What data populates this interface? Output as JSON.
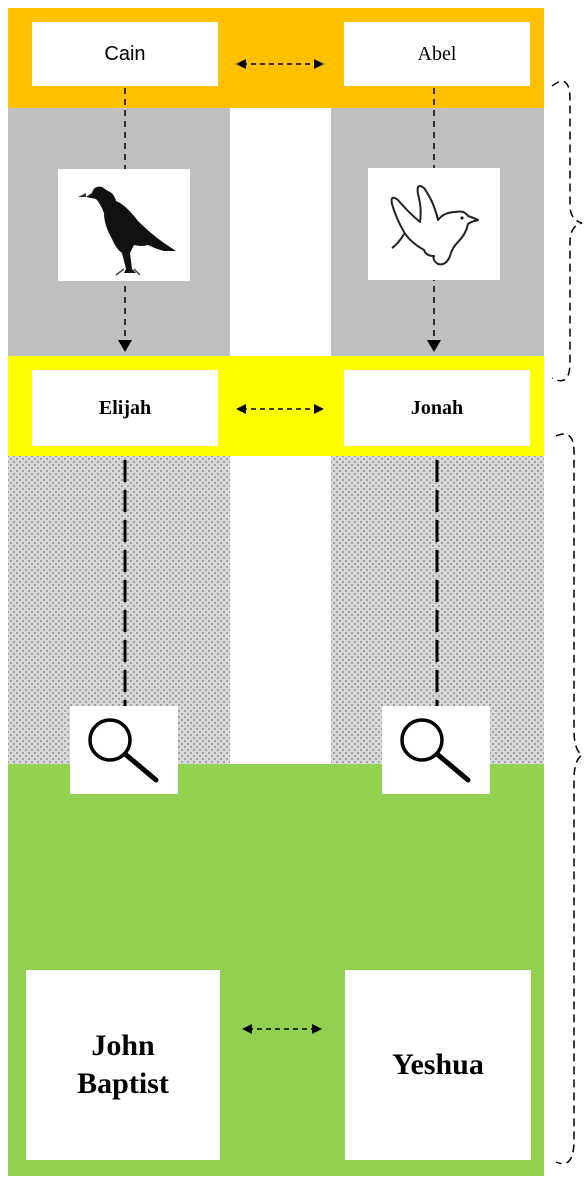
{
  "colors": {
    "top_band": "#ffc000",
    "grey_column": "#bfbfbf",
    "middle_band": "#ffff00",
    "bottom_band": "#92d050"
  },
  "row1": {
    "left": "Cain",
    "right": "Abel"
  },
  "row2": {
    "left": "Elijah",
    "right": "Jonah"
  },
  "row3": {
    "left_line1": "John",
    "left_line2": "Baptist",
    "right": "Yeshua"
  },
  "icons": {
    "left_upper": "raven-icon",
    "right_upper": "dove-icon",
    "left_lower": "magnifier-icon",
    "right_lower": "magnifier-icon"
  }
}
